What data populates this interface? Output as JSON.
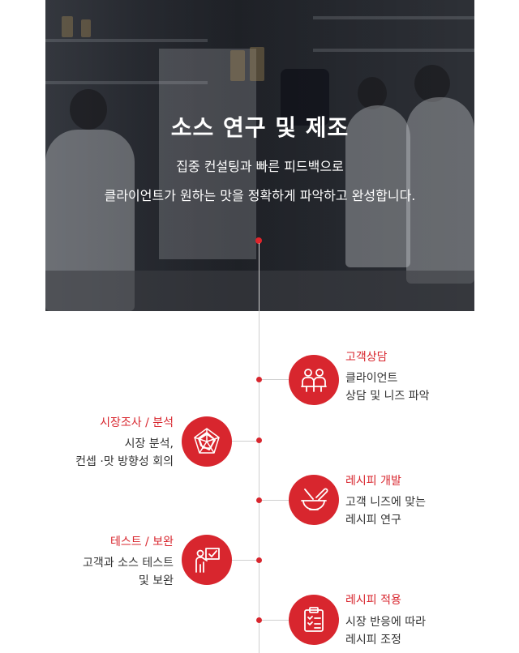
{
  "hero": {
    "title": "소스 연구 및 제조",
    "subtitle_line1": "집중 컨설팅과 빠른 피드백으로",
    "subtitle_line2": "클라이언트가 원하는 맛을 정확하게 파악하고 완성합니다."
  },
  "steps": [
    {
      "title": "고객상담",
      "desc_line1": "클라이언트",
      "desc_line2": "상담 및 니즈 파악",
      "icon": "consultation-icon"
    },
    {
      "title": "시장조사 / 분석",
      "desc_line1": "시장 분석,",
      "desc_line2": "컨셉 ·맛 방향성 회의",
      "icon": "radar-chart-icon"
    },
    {
      "title": "레시피 개발",
      "desc_line1": "고객 니즈에 맞는",
      "desc_line2": "레시피 연구",
      "icon": "mixing-bowl-icon"
    },
    {
      "title": "테스트 / 보완",
      "desc_line1": "고객과 소스 테스트",
      "desc_line2": "및 보완",
      "icon": "presentation-icon"
    },
    {
      "title": "레시피 적용",
      "desc_line1": "시장 반응에 따라",
      "desc_line2": "레시피 조정",
      "icon": "clipboard-checklist-icon"
    }
  ],
  "colors": {
    "accent": "#d8262e",
    "line": "#cfcfcf",
    "text": "#333333"
  }
}
